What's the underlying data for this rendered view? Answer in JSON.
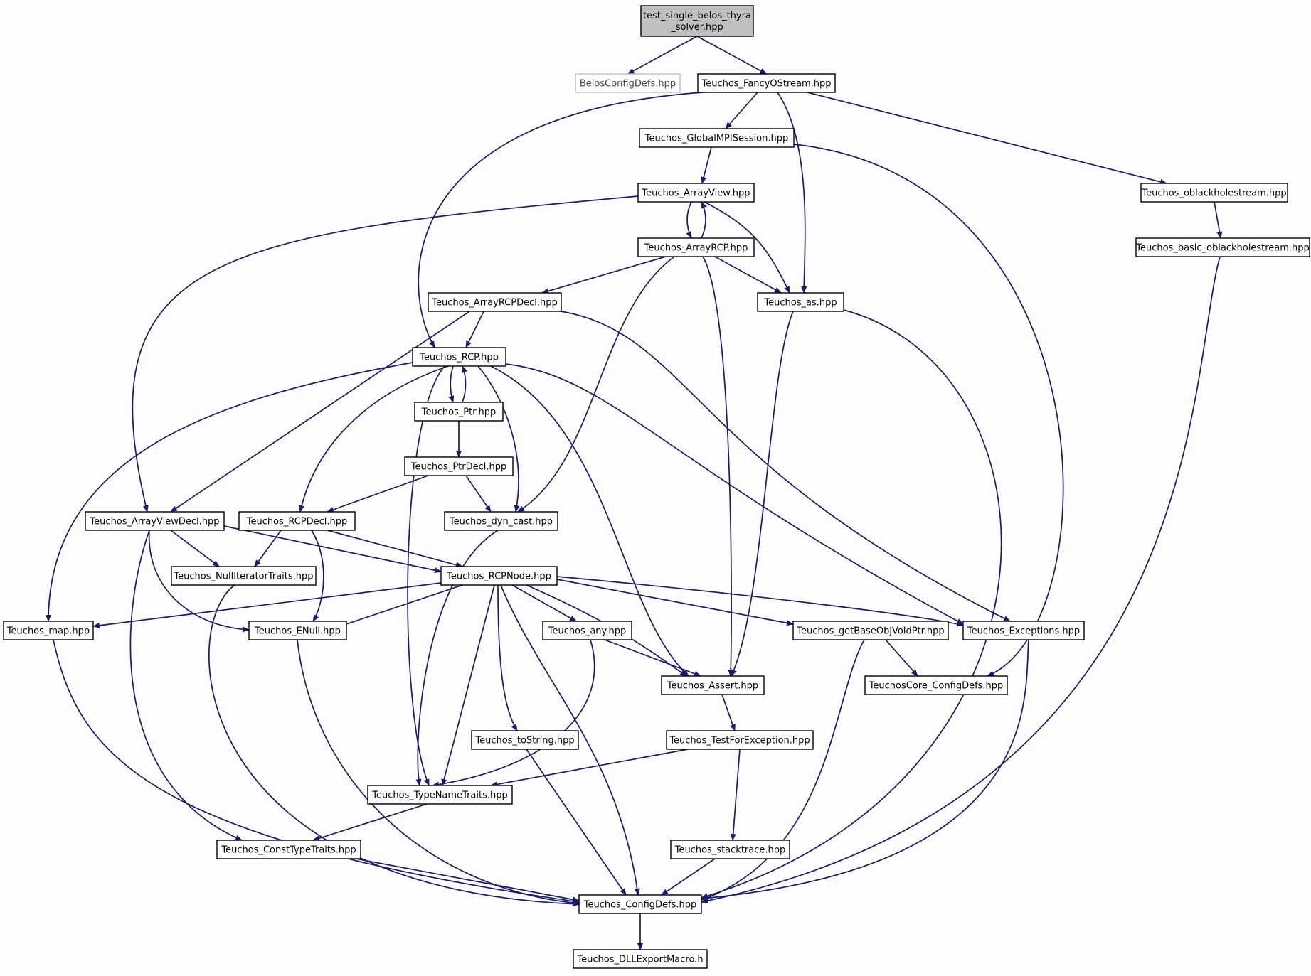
{
  "colors": {
    "edge": "#191970",
    "background": "#fdfdfd",
    "root_fill": "#bfbfbf",
    "node_fill": "#ffffff",
    "ghost_border": "#bfbfbf"
  },
  "nodes": [
    {
      "id": "root",
      "lines": [
        "test_single_belos_thyra",
        "_solver.hpp"
      ],
      "style": "root"
    },
    {
      "id": "belosconfig",
      "lines": [
        "BelosConfigDefs.hpp"
      ],
      "style": "ghost"
    },
    {
      "id": "fancy",
      "lines": [
        "Teuchos_FancyOStream.hpp"
      ]
    },
    {
      "id": "globalmpi",
      "lines": [
        "Teuchos_GlobalMPISession.hpp"
      ]
    },
    {
      "id": "oblack",
      "lines": [
        "Teuchos_oblackholestream.hpp"
      ]
    },
    {
      "id": "arrayview",
      "lines": [
        "Teuchos_ArrayView.hpp"
      ]
    },
    {
      "id": "basicoblack",
      "lines": [
        "Teuchos_basic_oblackholestream.hpp"
      ]
    },
    {
      "id": "arrayrcp",
      "lines": [
        "Teuchos_ArrayRCP.hpp"
      ]
    },
    {
      "id": "arrayrcpdecl",
      "lines": [
        "Teuchos_ArrayRCPDecl.hpp"
      ]
    },
    {
      "id": "as",
      "lines": [
        "Teuchos_as.hpp"
      ]
    },
    {
      "id": "rcp",
      "lines": [
        "Teuchos_RCP.hpp"
      ]
    },
    {
      "id": "ptr",
      "lines": [
        "Teuchos_Ptr.hpp"
      ]
    },
    {
      "id": "ptrdecl",
      "lines": [
        "Teuchos_PtrDecl.hpp"
      ]
    },
    {
      "id": "arrayviewdecl",
      "lines": [
        "Teuchos_ArrayViewDecl.hpp"
      ]
    },
    {
      "id": "rcpdecl",
      "lines": [
        "Teuchos_RCPDecl.hpp"
      ]
    },
    {
      "id": "dyncast",
      "lines": [
        "Teuchos_dyn_cast.hpp"
      ]
    },
    {
      "id": "nulliter",
      "lines": [
        "Teuchos_NullIteratorTraits.hpp"
      ]
    },
    {
      "id": "rcpnode",
      "lines": [
        "Teuchos_RCPNode.hpp"
      ]
    },
    {
      "id": "map",
      "lines": [
        "Teuchos_map.hpp"
      ]
    },
    {
      "id": "enull",
      "lines": [
        "Teuchos_ENull.hpp"
      ]
    },
    {
      "id": "any",
      "lines": [
        "Teuchos_any.hpp"
      ]
    },
    {
      "id": "getbase",
      "lines": [
        "Teuchos_getBaseObjVoidPtr.hpp"
      ]
    },
    {
      "id": "exceptions",
      "lines": [
        "Teuchos_Exceptions.hpp"
      ]
    },
    {
      "id": "assert",
      "lines": [
        "Teuchos_Assert.hpp"
      ]
    },
    {
      "id": "coreconfig",
      "lines": [
        "TeuchosCore_ConfigDefs.hpp"
      ]
    },
    {
      "id": "tostring",
      "lines": [
        "Teuchos_toString.hpp"
      ]
    },
    {
      "id": "testforexc",
      "lines": [
        "Teuchos_TestForException.hpp"
      ]
    },
    {
      "id": "typename",
      "lines": [
        "Teuchos_TypeNameTraits.hpp"
      ]
    },
    {
      "id": "consttype",
      "lines": [
        "Teuchos_ConstTypeTraits.hpp"
      ]
    },
    {
      "id": "stacktrace",
      "lines": [
        "Teuchos_stacktrace.hpp"
      ]
    },
    {
      "id": "configdefs",
      "lines": [
        "Teuchos_ConfigDefs.hpp"
      ]
    },
    {
      "id": "dllexport",
      "lines": [
        "Teuchos_DLLExportMacro.h"
      ]
    }
  ],
  "edges": [
    [
      "root",
      "belosconfig"
    ],
    [
      "root",
      "fancy"
    ],
    [
      "fancy",
      "rcp"
    ],
    [
      "fancy",
      "globalmpi"
    ],
    [
      "fancy",
      "as"
    ],
    [
      "fancy",
      "oblack"
    ],
    [
      "globalmpi",
      "arrayview"
    ],
    [
      "globalmpi",
      "coreconfig"
    ],
    [
      "oblack",
      "basicoblack"
    ],
    [
      "basicoblack",
      "configdefs"
    ],
    [
      "arrayview",
      "arrayviewdecl"
    ],
    [
      "arrayview",
      "arrayrcp"
    ],
    [
      "arrayview",
      "as"
    ],
    [
      "arrayrcp",
      "arrayview"
    ],
    [
      "arrayrcp",
      "arrayrcpdecl"
    ],
    [
      "arrayrcp",
      "dyncast"
    ],
    [
      "arrayrcp",
      "assert"
    ],
    [
      "arrayrcp",
      "as"
    ],
    [
      "arrayrcpdecl",
      "rcp"
    ],
    [
      "arrayrcpdecl",
      "arrayviewdecl"
    ],
    [
      "arrayrcpdecl",
      "exceptions"
    ],
    [
      "as",
      "assert"
    ],
    [
      "as",
      "configdefs"
    ],
    [
      "rcp",
      "ptr"
    ],
    [
      "ptr",
      "rcp"
    ],
    [
      "rcp",
      "map"
    ],
    [
      "rcp",
      "rcpdecl"
    ],
    [
      "rcp",
      "typename"
    ],
    [
      "rcp",
      "dyncast"
    ],
    [
      "rcp",
      "assert"
    ],
    [
      "rcp",
      "exceptions"
    ],
    [
      "ptr",
      "ptrdecl"
    ],
    [
      "ptrdecl",
      "rcpdecl"
    ],
    [
      "ptrdecl",
      "dyncast"
    ],
    [
      "arrayviewdecl",
      "nulliter"
    ],
    [
      "arrayviewdecl",
      "rcpnode"
    ],
    [
      "arrayviewdecl",
      "enull"
    ],
    [
      "arrayviewdecl",
      "consttype"
    ],
    [
      "rcpdecl",
      "nulliter"
    ],
    [
      "rcpdecl",
      "rcpnode"
    ],
    [
      "rcpdecl",
      "enull"
    ],
    [
      "dyncast",
      "typename"
    ],
    [
      "nulliter",
      "configdefs"
    ],
    [
      "rcpnode",
      "map"
    ],
    [
      "rcpnode",
      "enull"
    ],
    [
      "rcpnode",
      "any"
    ],
    [
      "rcpnode",
      "getbase"
    ],
    [
      "rcpnode",
      "exceptions"
    ],
    [
      "rcpnode",
      "assert"
    ],
    [
      "rcpnode",
      "typename"
    ],
    [
      "rcpnode",
      "tostring"
    ],
    [
      "rcpnode",
      "configdefs"
    ],
    [
      "map",
      "configdefs"
    ],
    [
      "enull",
      "configdefs"
    ],
    [
      "any",
      "assert"
    ],
    [
      "any",
      "typename"
    ],
    [
      "getbase",
      "coreconfig"
    ],
    [
      "getbase",
      "configdefs"
    ],
    [
      "exceptions",
      "configdefs"
    ],
    [
      "assert",
      "testforexc"
    ],
    [
      "testforexc",
      "typename"
    ],
    [
      "testforexc",
      "stacktrace"
    ],
    [
      "tostring",
      "configdefs"
    ],
    [
      "typename",
      "consttype"
    ],
    [
      "consttype",
      "configdefs"
    ],
    [
      "stacktrace",
      "configdefs"
    ],
    [
      "configdefs",
      "dllexport"
    ]
  ]
}
